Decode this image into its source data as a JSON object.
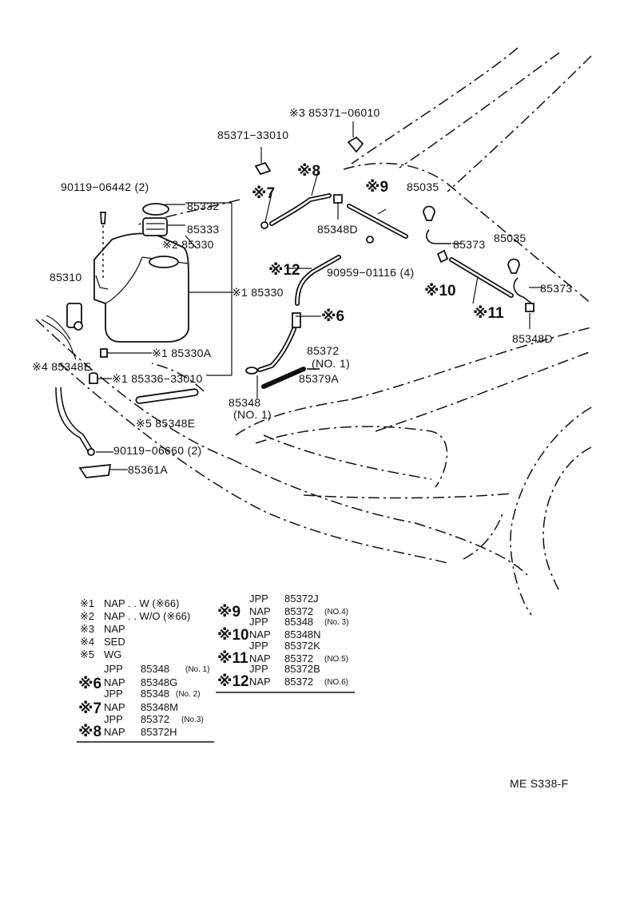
{
  "callouts": {
    "p85371_06010": "※3  85371−06010",
    "p85371_33010": "85371−33010",
    "star8": "※8",
    "p90119_06442": "90119−06442 (2)",
    "p85332": "85332",
    "star7": "※7",
    "star9": "※9",
    "p85035_a": "85035",
    "p85333": "85333",
    "p85348D_a": "85348D",
    "p85373_a": "85373",
    "p85035_b": "85035",
    "p85330_star2": "※2  85330",
    "p85310": "85310",
    "star12": "※12",
    "p90959": "90959−01116 (4)",
    "p85373_b": "85373",
    "p85330_star1": "※1  85330",
    "star10": "※10",
    "star11": "※11",
    "star6": "※6",
    "p85348D_b": "85348D",
    "p85330A": "※1  85330A",
    "p85372_no1_a": "85372",
    "p85372_no1_b": "(NO. 1)",
    "p85348E_star4": "※4  85348E",
    "p85379A": "85379A",
    "p85336": "※1  85336−33010",
    "p85348_no1_a": "85348",
    "p85348_no1_b": "(NO. 1)",
    "p85348E_star5": "※5      85348E",
    "p90119_06660": "90119−06660 (2)",
    "p85361A": "85361A"
  },
  "legend_left": [
    {
      "mark": "※1",
      "text": "NAP  . . W (※66)"
    },
    {
      "mark": "※2",
      "text": "NAP  . . W/O (※66)"
    },
    {
      "mark": "※3",
      "text": "NAP"
    },
    {
      "mark": "※4",
      "text": "SED"
    },
    {
      "mark": "※5",
      "text": "WG"
    }
  ],
  "legend_groups_left": [
    {
      "mark": "※6",
      "rows": [
        {
          "code": "JPP",
          "part": "85348",
          "note": "(No. 1)"
        },
        {
          "code": "NAP",
          "part": "85348G",
          "note": ""
        }
      ]
    },
    {
      "mark": "※7",
      "rows": [
        {
          "code": "JPP",
          "part": "85348",
          "note": "(No. 2)"
        },
        {
          "code": "NAP",
          "part": "85348M",
          "note": ""
        }
      ]
    },
    {
      "mark": "※8",
      "rows": [
        {
          "code": "JPP",
          "part": "85372",
          "note": "(No.3)"
        },
        {
          "code": "NAP",
          "part": "85372H",
          "note": ""
        }
      ]
    }
  ],
  "legend_groups_right": [
    {
      "mark": "※9",
      "rows": [
        {
          "code": "JPP",
          "part": "85372J",
          "note": ""
        },
        {
          "code": "NAP",
          "part": "85372",
          "note": "(NO.4)"
        }
      ]
    },
    {
      "mark": "※10",
      "rows": [
        {
          "code": "JPP",
          "part": "85348",
          "note": "(No. 3)"
        },
        {
          "code": "NAP",
          "part": "85348N",
          "note": ""
        }
      ]
    },
    {
      "mark": "※11",
      "rows": [
        {
          "code": "JPP",
          "part": "85372K",
          "note": ""
        },
        {
          "code": "NAP",
          "part": "85372",
          "note": "(NO.5)"
        }
      ]
    },
    {
      "mark": "※12",
      "rows": [
        {
          "code": "JPP",
          "part": "85372B",
          "note": ""
        },
        {
          "code": "NAP",
          "part": "85372",
          "note": "(NO.6)"
        }
      ]
    }
  ],
  "figure_id": "ME  S338-F"
}
